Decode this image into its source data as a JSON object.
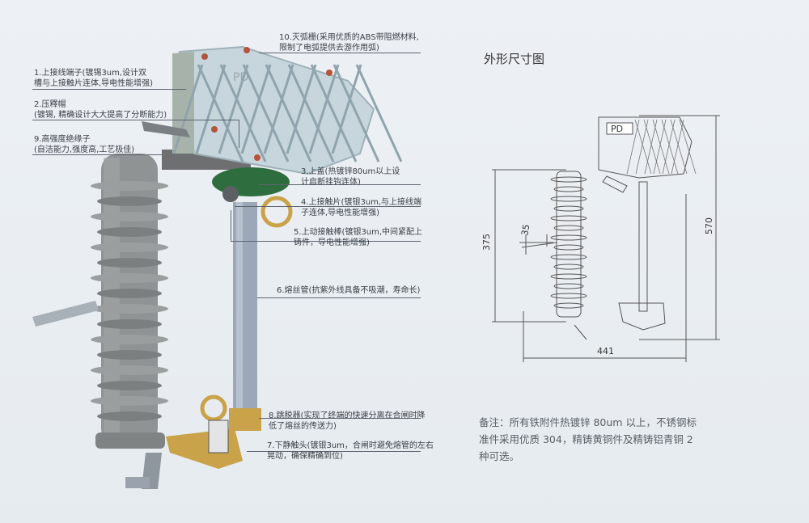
{
  "labels": {
    "l1a": "1.上接线端子(镀锡3um,设计双",
    "l1b": "槽与上接触片连体,导电性能增强)",
    "l2a": "2.压釋帽",
    "l2b": "(镀锡, 精确设计大大提高了分断能力)",
    "l9a": "9.高强度绝缘子",
    "l9b": "(自洁能力,强度高,工艺极佳)",
    "l10a": "10.灭弧栅(采用优质的ABS带阻燃材料,",
    "l10b": "限制了电弧提供去游作用弧)",
    "l3a": "3.上盖(热镀锌80um以上设",
    "l3b": "计启断挂钩连体)",
    "l4a": "4.上接触片(镀银3um,与上接线端",
    "l4b": "子连体,导电性能增强)",
    "l5a": "5.上动接触棒(镀银3um,中间紧配上",
    "l5b": "铸件，导电性能增强)",
    "l6a": "6.熔丝管(抗紫外线具备不吸潮，寿命长)",
    "l8a": "8.跳脱器(实现了终端的快速分离在合闸时降",
    "l8b": "低了熔丝的传送力)",
    "l7a": "7.下静触头(镀银3um，合闸时避免熔管的左右",
    "l7b": "晃动，确保精确到位)"
  },
  "drawing": {
    "title": "外形尺寸图",
    "plate_text": "PD",
    "dim_375": "375",
    "dim_570": "570",
    "dim_441": "441",
    "dim_35": "35"
  },
  "product": {
    "plate_text": "PD"
  },
  "note": {
    "line1": "备注：所有铁附件热镀锌 80um 以上，不锈钢标",
    "line2": "准件采用优质 304，精铸黄铜件及精铸铝青铜 2",
    "line3": "种可选。"
  },
  "colors": {
    "insulator": "#8f9394",
    "insulator_dark": "#6e7273",
    "arc_chute": "#c7d6dc",
    "brass": "#c9a24a",
    "steel": "#9aa3ad",
    "line": "#5d6470"
  }
}
